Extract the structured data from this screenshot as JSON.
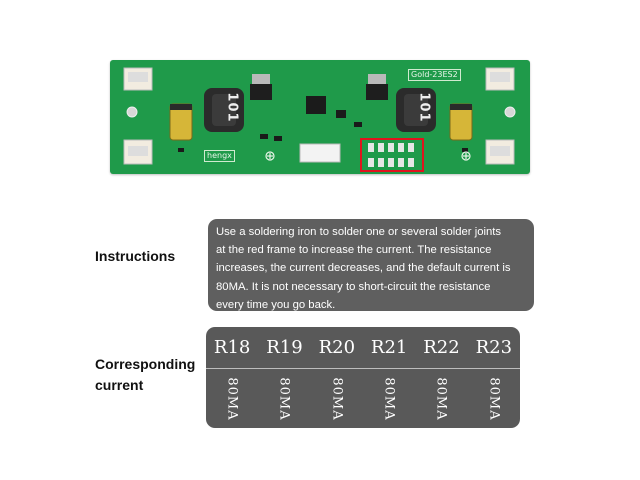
{
  "board": {
    "model_label": "Gold-23ES2",
    "brand_label": "hengx",
    "coil_marking": "101"
  },
  "instructions": {
    "label": "Instructions",
    "lines": [
      "Use a soldering iron to solder one or several solder joints",
      "at the red frame to increase the current. The resistance",
      "increases, the current decreases, and the default current is",
      "80MA. It is not necessary to short-circuit the resistance",
      "every time you go back."
    ]
  },
  "current_table": {
    "label": "Corresponding current",
    "resistors": [
      "R18",
      "R19",
      "R20",
      "R21",
      "R22",
      "R23"
    ],
    "currents": [
      "80MA",
      "80MA",
      "80MA",
      "80MA",
      "80MA",
      "80MA"
    ]
  },
  "colors": {
    "pcb_green": "#1f9a4a",
    "box_gray": "#5f5f5f",
    "highlight_red": "#e0141d"
  }
}
